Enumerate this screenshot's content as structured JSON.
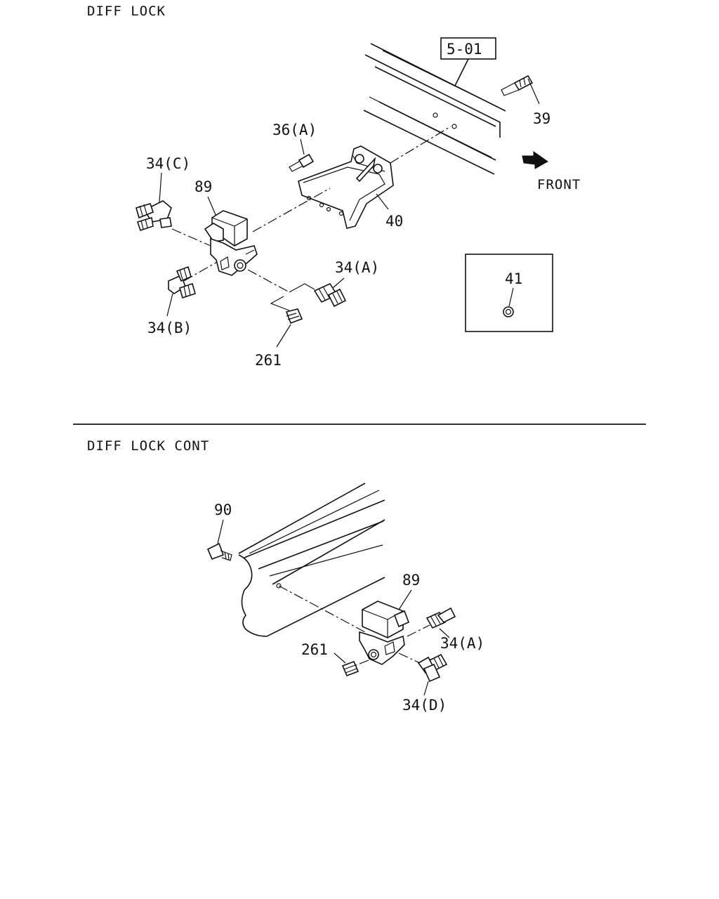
{
  "sections": [
    {
      "title": "DIFF LOCK",
      "ref_box": "5-01",
      "direction_label": "FRONT",
      "callouts": [
        "39",
        "36(A)",
        "34(C)",
        "89",
        "40",
        "34(A)",
        "34(B)",
        "261"
      ],
      "inset_callout": "41"
    },
    {
      "title": "DIFF LOCK CONT",
      "callouts": [
        "90",
        "89",
        "34(A)",
        "261",
        "34(D)"
      ]
    }
  ],
  "icons": [
    "arrow-front-icon"
  ],
  "colors": {
    "line": "#111111",
    "background": "#ffffff"
  }
}
